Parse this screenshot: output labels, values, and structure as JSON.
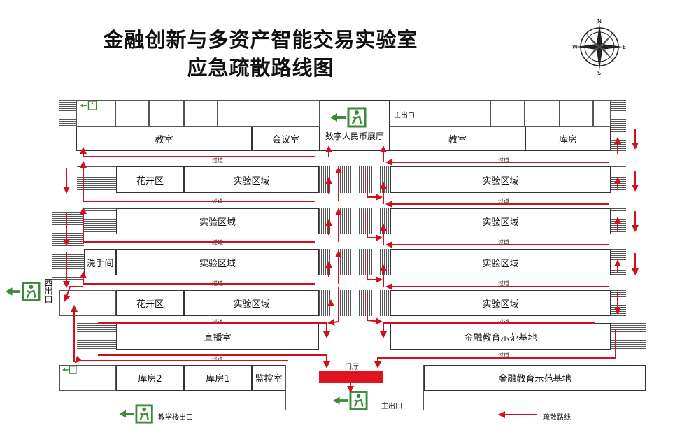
{
  "title_line1": "金融创新与多资产智能交易实验室",
  "title_line2": "应急疏散路线图",
  "compass": {
    "n": "N",
    "s": "S",
    "e": "E",
    "w": "W"
  },
  "rooms": {
    "classroom_left": "教室",
    "meeting_room": "会议室",
    "rmb_hall": "数字人民币展厅",
    "classroom_right": "教室",
    "storage_right": "库房",
    "flower_1": "花卉区",
    "lab_l1": "实验区域",
    "lab_l2": "实验区域",
    "washroom": "洗手间",
    "lab_l3": "实验区域",
    "flower_2": "花卉区",
    "lab_l4": "实验区域",
    "live_room": "直播室",
    "lab_r1": "实验区域",
    "lab_r2": "实验区域",
    "lab_r3": "实验区域",
    "lab_r4": "实验区域",
    "edu_base_1": "金融教育示范基地",
    "storage_2": "库房2",
    "storage_1": "库房1",
    "monitor_room": "监控室",
    "edu_base_2": "金融教育示范基地"
  },
  "labels": {
    "main_exit_top": "主出口",
    "corridor": "过道",
    "west_exit": "西出口",
    "lobby": "门厅",
    "main_exit_bottom": "主出口"
  },
  "legend": {
    "exit_label": "教学楼出口",
    "route_label": "疏散路线"
  },
  "colors": {
    "route": "#d0101c",
    "exit_sign": "#3a8a3a",
    "desk": "#e0141e"
  }
}
